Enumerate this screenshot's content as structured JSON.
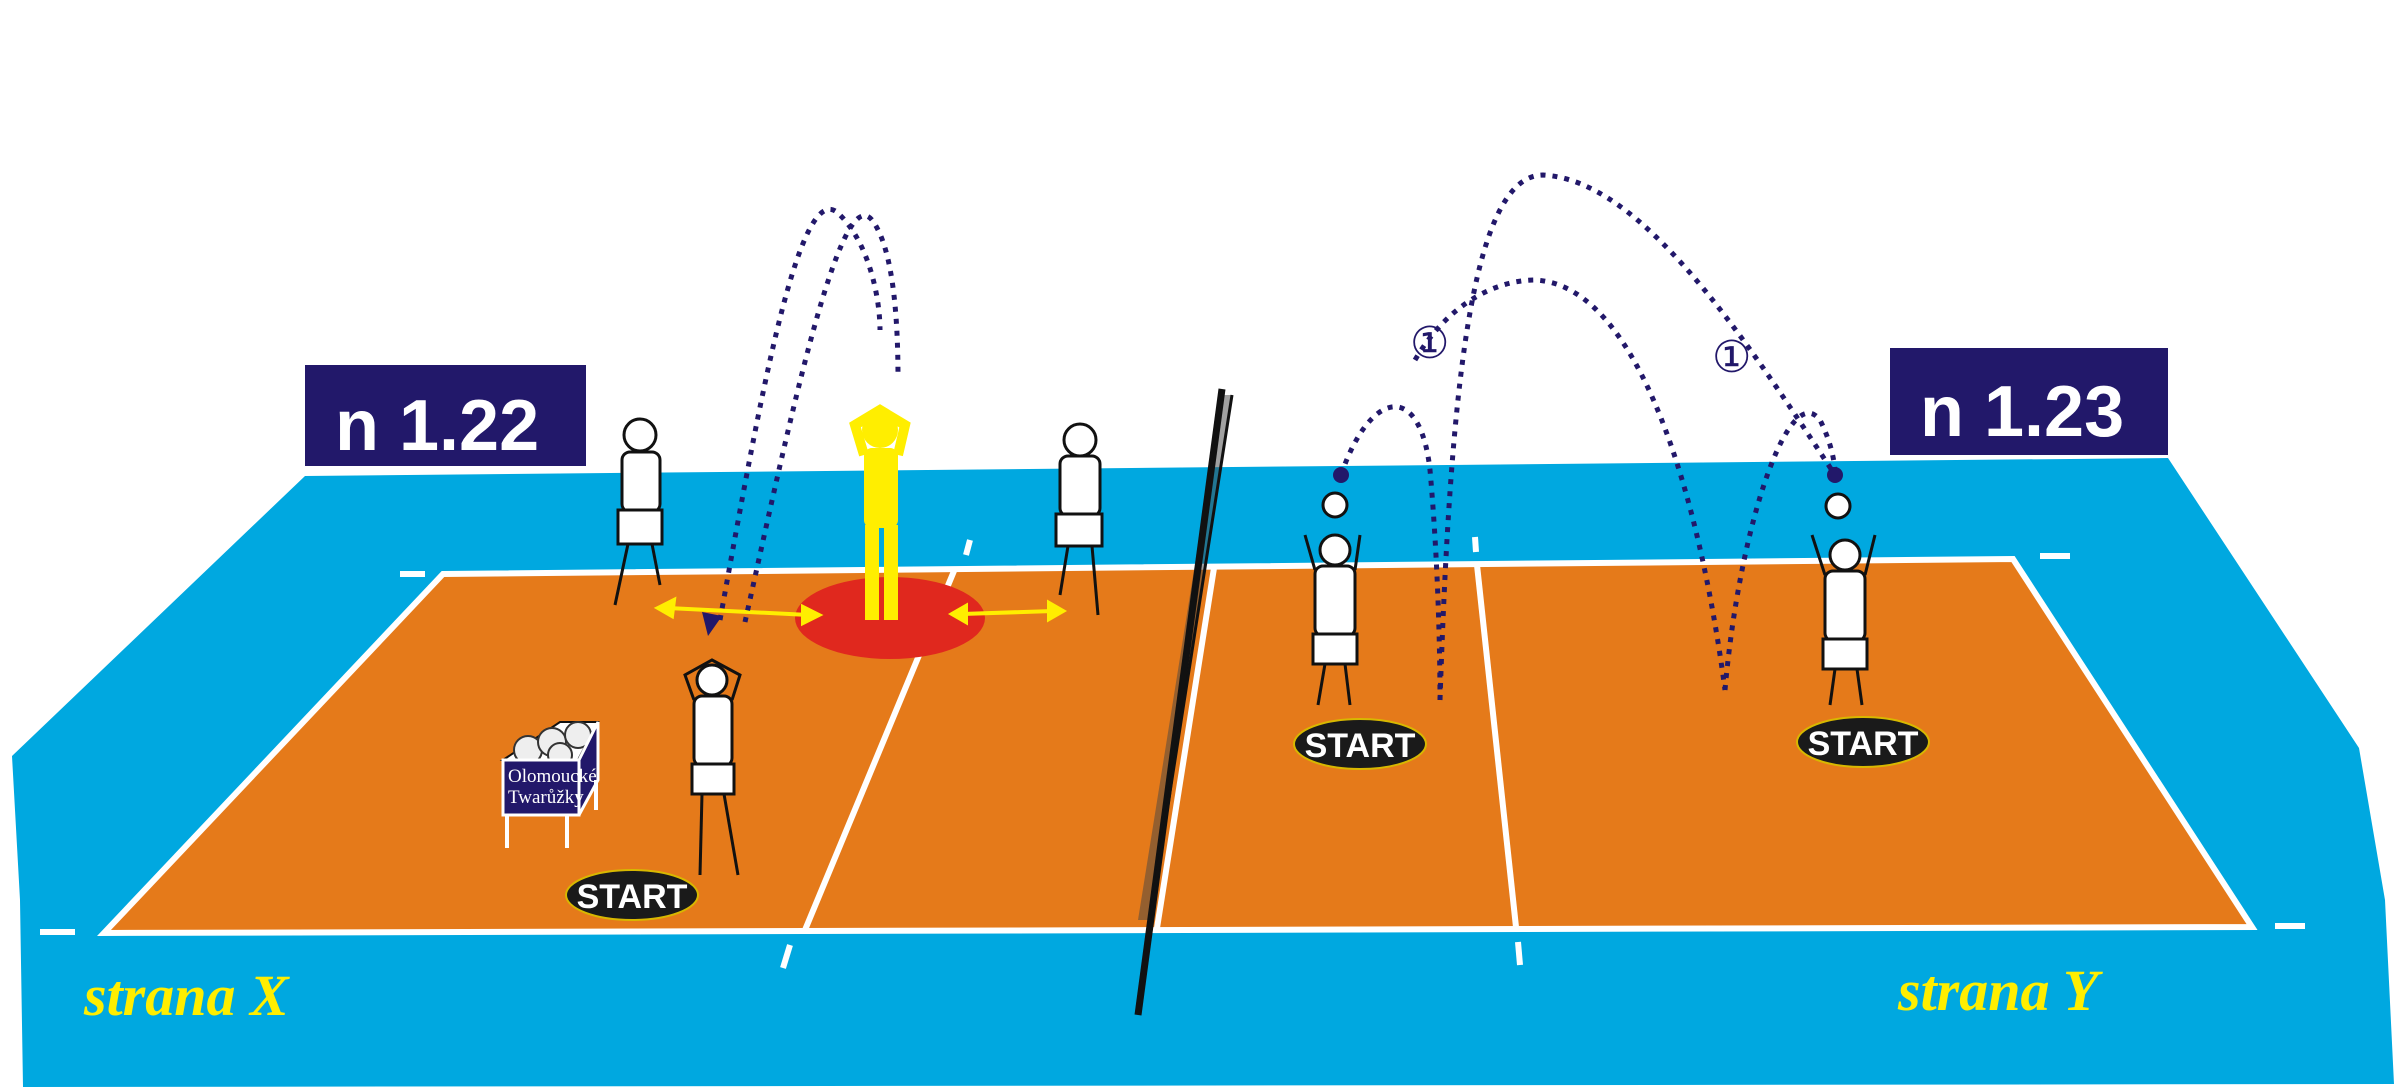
{
  "labels": {
    "left_drill": "n 1.22",
    "right_drill": "n 1.23"
  },
  "start": [
    "START",
    "START",
    "START"
  ],
  "sides": {
    "left": "strana X",
    "right": "strana Y"
  },
  "cart": {
    "line1": "Olomoucké",
    "line2": "Twarůžky"
  },
  "markers": [
    "①",
    "①"
  ],
  "colors": {
    "floor": "#00a8e0",
    "court": "#e57a1a",
    "label_bg": "#22186a",
    "zone": "#e0281e",
    "highlight": "#ffee00"
  }
}
